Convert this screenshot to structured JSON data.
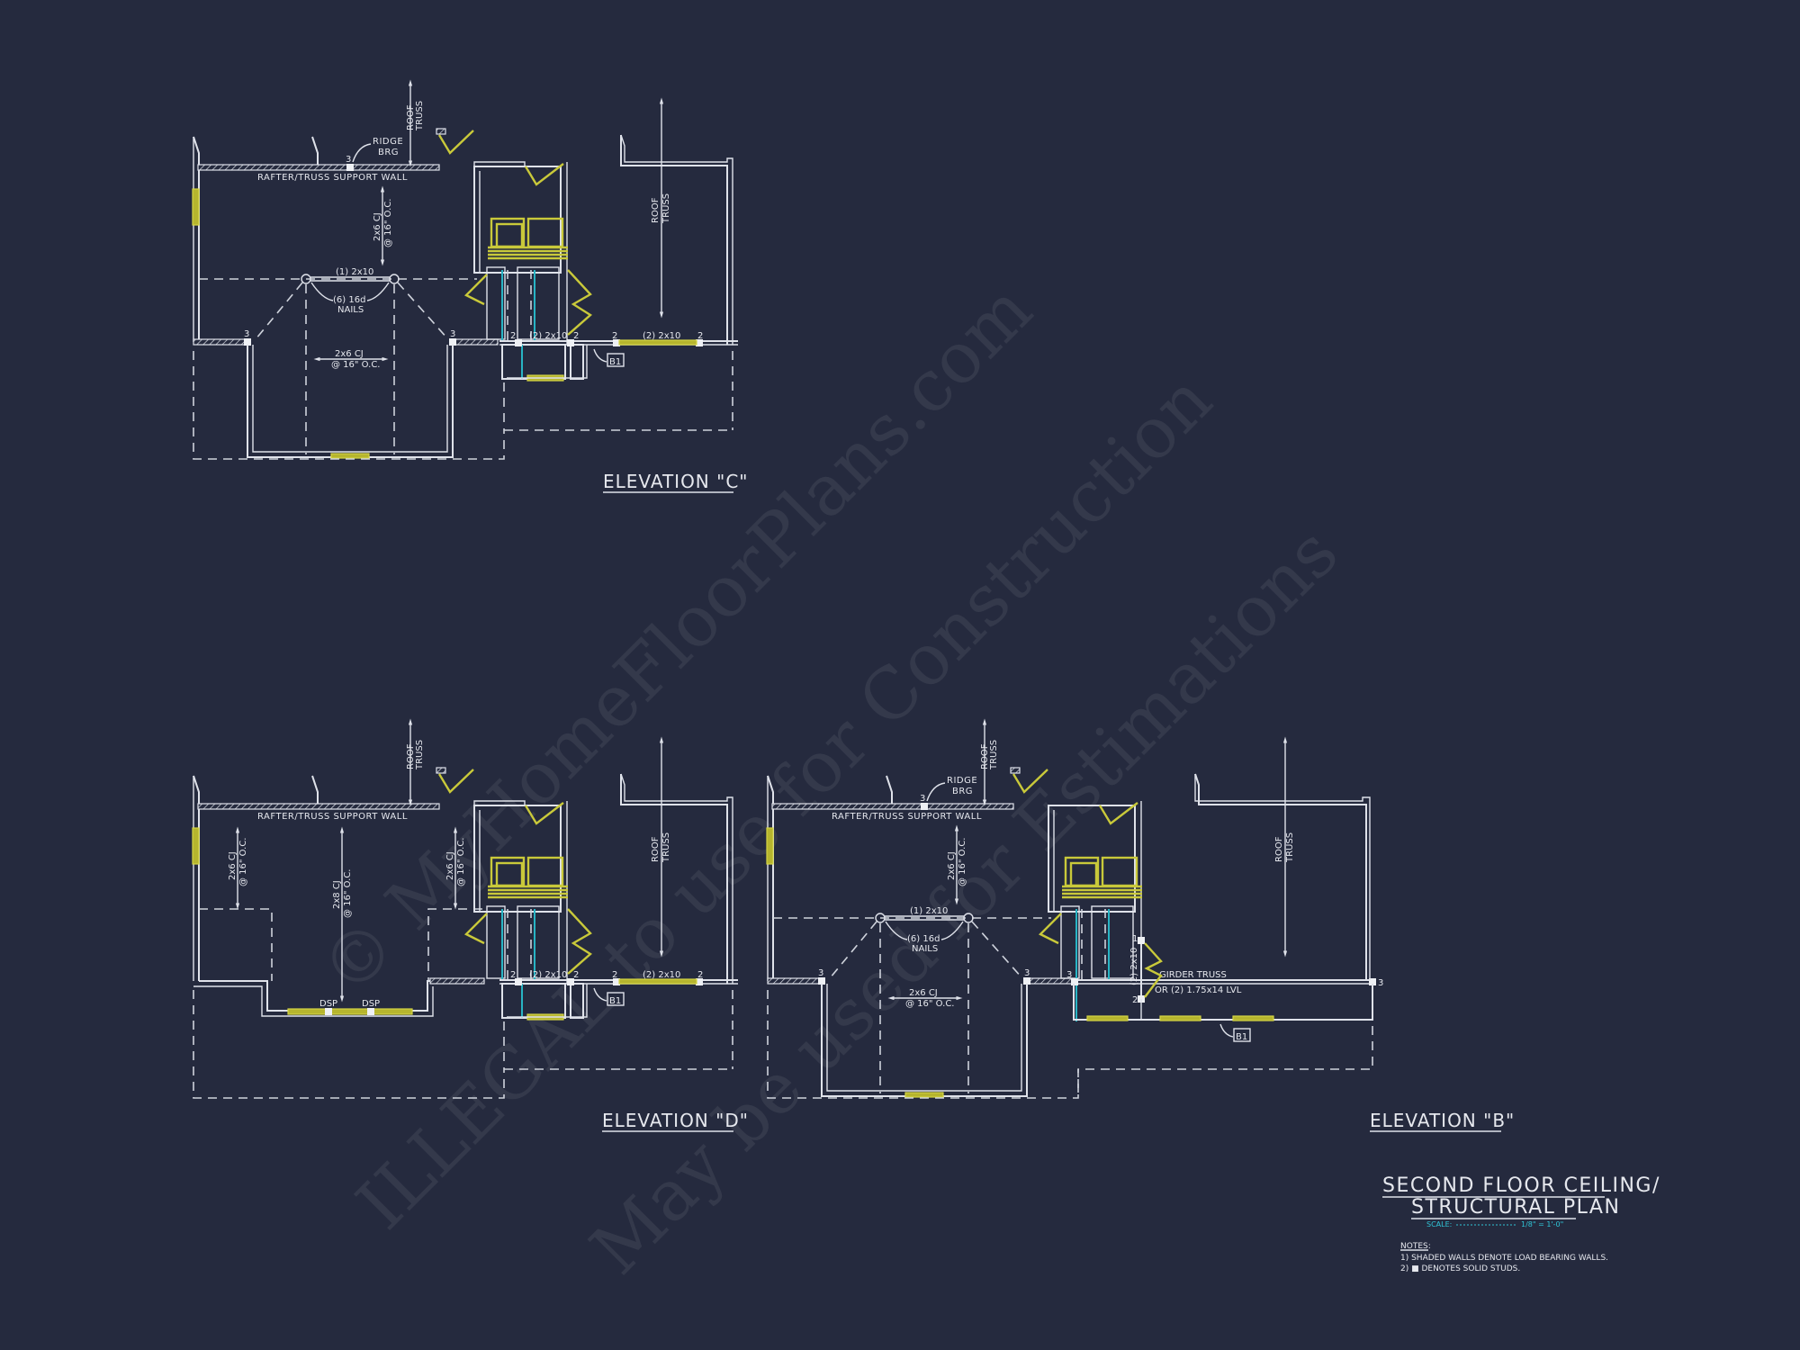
{
  "sheet": {
    "background": "#252a3e",
    "colors": {
      "line": "#dfe2ea",
      "accent_yellow": "#c9c93a",
      "accent_cyan": "#28b4c4",
      "scale_text": "#2fc4d6"
    }
  },
  "watermark": {
    "line1": "© MyHomeFloorPlans.com",
    "line2": "ILLEGAL to use for Construction",
    "line3": "May be used for Estimations"
  },
  "labels": {
    "roof_truss_1": "ROOF",
    "roof_truss_2": "TRUSS",
    "ridge_1": "RIDGE",
    "ridge_2": "BRG",
    "support_wall": "RAFTER/TRUSS SUPPORT WALL",
    "cj_2x6_1": "2x6 CJ",
    "cj_2x8_1": "2x8 CJ",
    "cj_oc": "@ 16\" O.C.",
    "beam_1x10": "(1) 2x10",
    "beam_2x10": "(2) 2x10",
    "nails_1": "(6) 16d",
    "nails_2": "NAILS",
    "beam_tag": "B1",
    "dsp": "DSP",
    "girder_1": "GIRDER TRUSS",
    "girder_2": "OR (2) 1.75x14 LVL",
    "stud_2": "2",
    "stud_3": "3",
    "stud_1": "1"
  },
  "elevations": [
    {
      "id": "C",
      "title": "ELEVATION \"C\""
    },
    {
      "id": "D",
      "title": "ELEVATION \"D\""
    },
    {
      "id": "B",
      "title": "ELEVATION \"B\""
    }
  ],
  "title_block": {
    "title_line1": "SECOND FLOOR CEILING/",
    "title_line2": "STRUCTURAL PLAN",
    "scale_label": "SCALE:",
    "scale_value": "1/8\" = 1'-0\"",
    "notes_heading": "NOTES:",
    "notes": [
      "1) SHADED WALLS DENOTE LOAD BEARING WALLS.",
      "2) ■ DENOTES SOLID STUDS."
    ]
  }
}
